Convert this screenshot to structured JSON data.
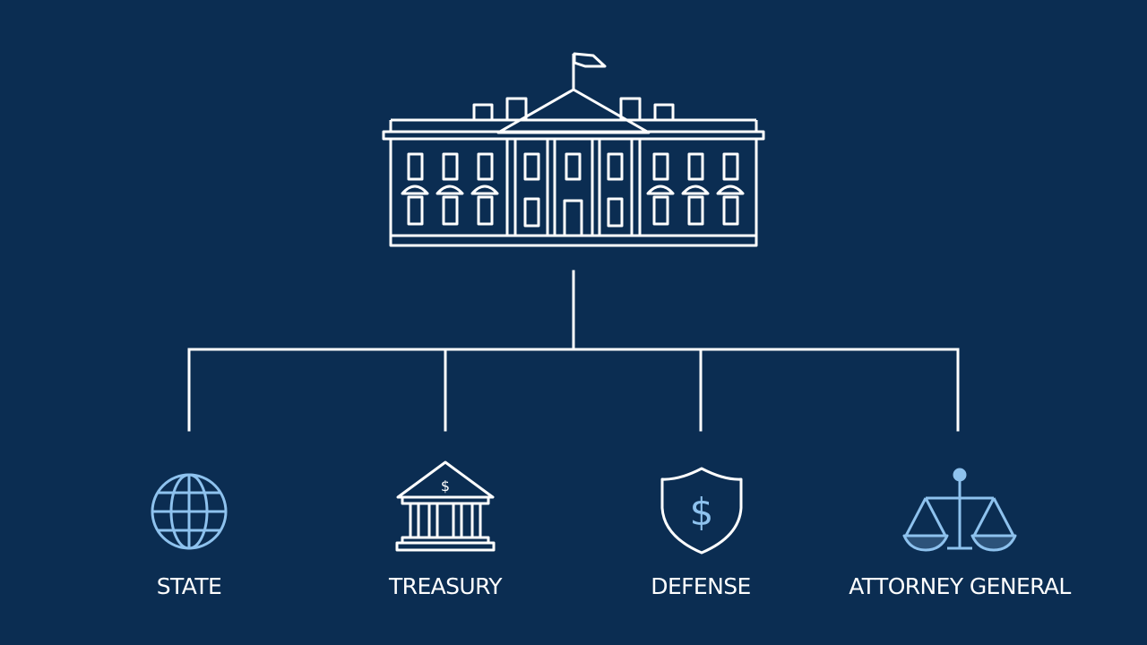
{
  "colors": {
    "background": "#0b2d52",
    "line": "#ffffff",
    "icon_accent": "#8ec2ee"
  },
  "root": {
    "icon": "white-house-icon"
  },
  "departments": [
    {
      "label": "STATE",
      "icon": "globe-icon"
    },
    {
      "label": "TREASURY",
      "icon": "bank-building-icon"
    },
    {
      "label": "DEFENSE",
      "icon": "shield-dollar-icon"
    },
    {
      "label": "ATTORNEY GENERAL",
      "icon": "scales-of-justice-icon"
    }
  ]
}
